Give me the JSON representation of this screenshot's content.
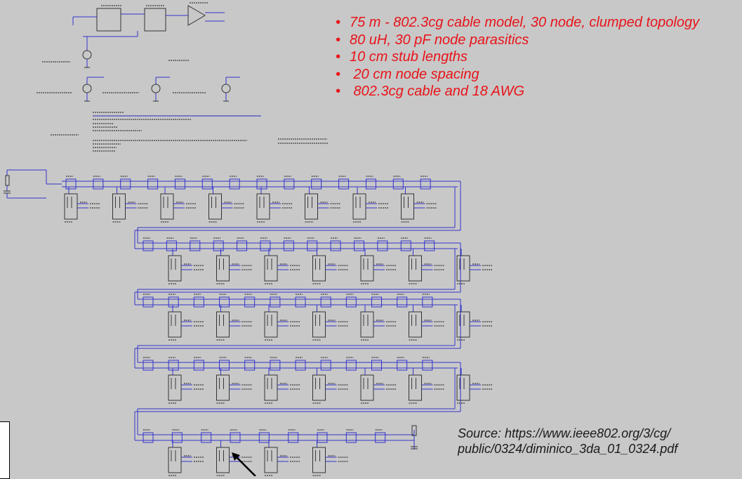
{
  "slide": {
    "bullets": [
      {
        "bullet": "•",
        "text": "75 m - 802.3cg cable model, 30 node, clumped topology"
      },
      {
        "bullet": "•",
        "text": "80 uH, 30 pF node parasitics"
      },
      {
        "bullet": "•",
        "text": "10 cm stub lengths"
      },
      {
        "bullet": "•",
        "text": " 20 cm node spacing"
      },
      {
        "bullet": "•",
        "text": " 802.3cg cable and 18 AWG"
      }
    ],
    "source_line1": "Source: https://www.ieee802.org/3/cg/",
    "source_line2": "public/0324/diminico_3da_01_0324.pdf"
  },
  "schematic": {
    "wire_color": "#3333cc",
    "background_color": "#c8c8c8",
    "text_color": "#3a3a3a",
    "arrow_color": "#000000",
    "rows": [
      {
        "segments": 14,
        "nodes": 8
      },
      {
        "segments": 13,
        "nodes": 7
      },
      {
        "segments": 12,
        "nodes": 7
      },
      {
        "segments": 12,
        "nodes": 7
      },
      {
        "segments": 9,
        "nodes": 4
      }
    ]
  }
}
